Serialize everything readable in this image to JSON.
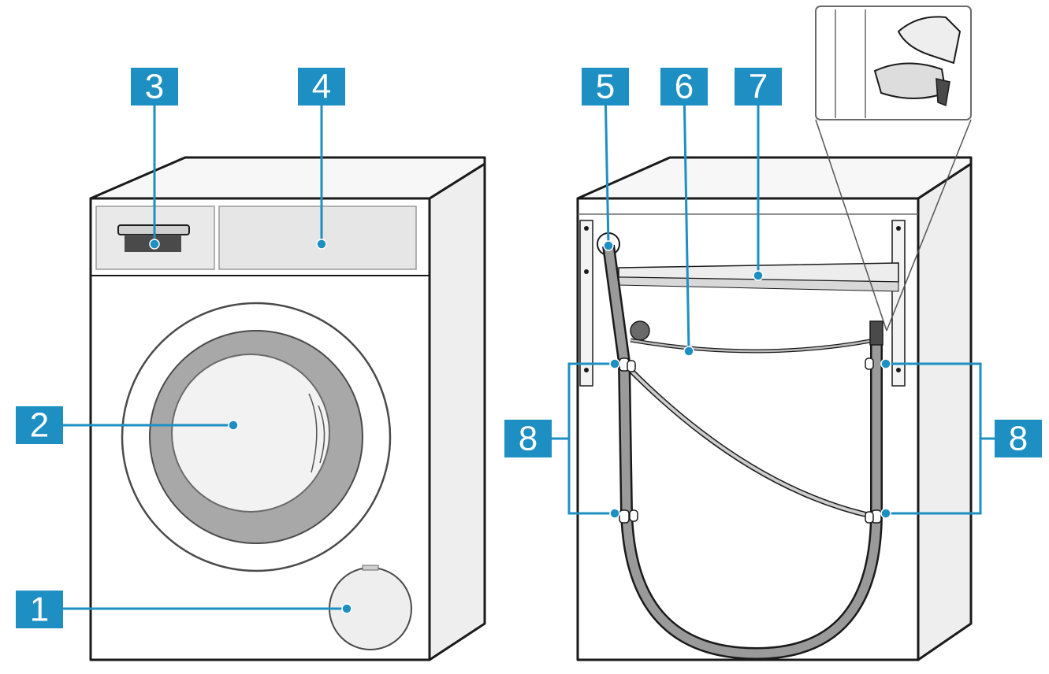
{
  "colors": {
    "callout": "#1e8fc2",
    "hose": "#9a9a9a",
    "drum_ring": "#a8a8a8",
    "panel": "#e6e6e6"
  },
  "callouts": {
    "c1": "1",
    "c2": "2",
    "c3": "3",
    "c4": "4",
    "c5": "5",
    "c6": "6",
    "c7": "7",
    "c8_left": "8",
    "c8_right": "8"
  }
}
